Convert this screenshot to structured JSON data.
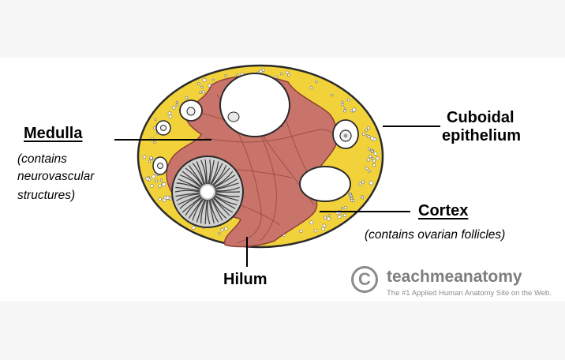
{
  "labels": {
    "medulla": "Medulla",
    "medulla_note": [
      "(contains",
      "neurovascular",
      "structures)"
    ],
    "cuboidal": [
      "Cuboidal",
      "epithelium"
    ],
    "cortex": "Cortex",
    "cortex_note": "(contains ovarian follicles)",
    "hilum": "Hilum"
  },
  "brand": {
    "logo_symbol": "C",
    "name": "teachmeanatomy",
    "tagline": "The #1 Applied Human Anatomy Site on the Web."
  },
  "colors": {
    "cortex": "#f2d23a",
    "medulla": "#c9746a",
    "medulla_stroke": "#8e3f39",
    "capsule": "#2b2b2b",
    "follicle": "#ffffff",
    "corpus": "#d0d0d0",
    "brand": "#8b8b8b"
  },
  "icons": {
    "logo": "copyright-circle-icon"
  }
}
